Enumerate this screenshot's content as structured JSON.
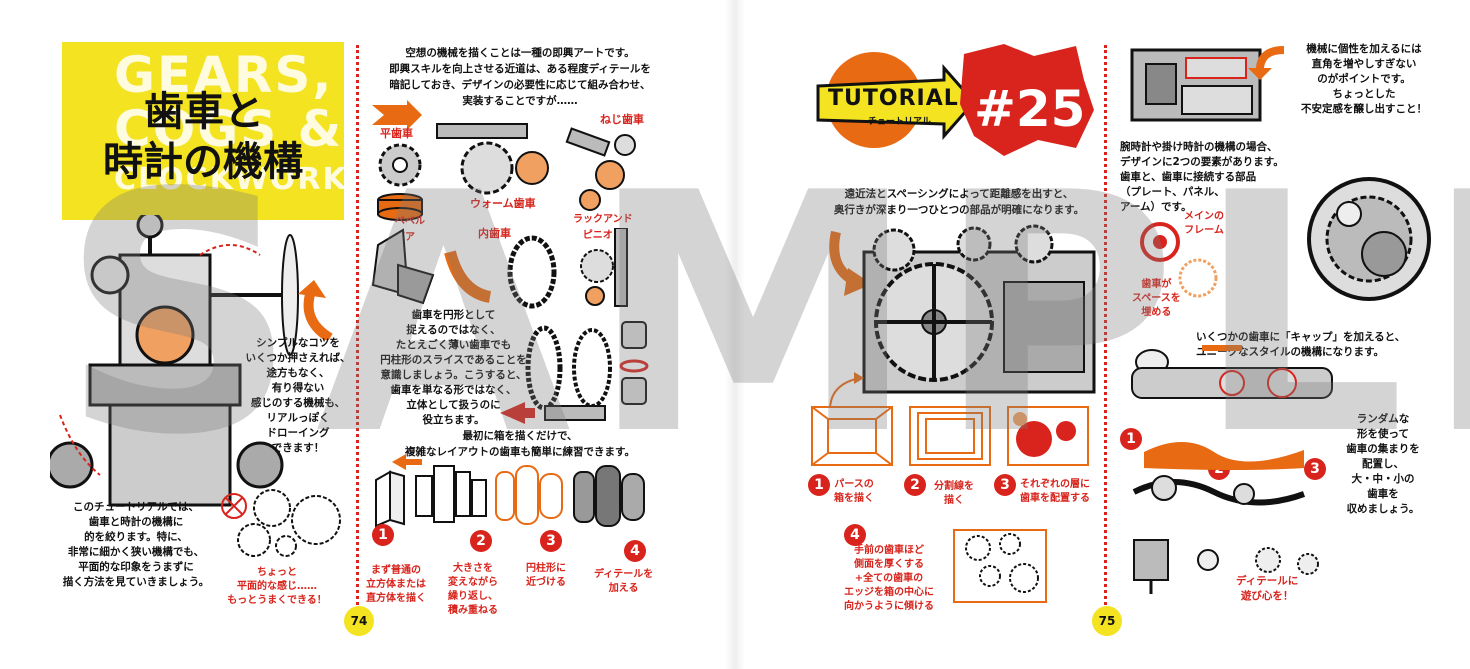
{
  "left_page": {
    "title_ghost_lines": [
      "GEARS,",
      "COGS &",
      "CLOCKWORK"
    ],
    "title_jp_line1": "歯車と",
    "title_jp_line2": "時計の機構",
    "intro_top": "空想の機械を描くことは一種の即興アートです。\n即興スキルを向上させる近道は、ある程度ディテールを\n暗記しておき、デザインの必要性に応じて組み合わせ、\n実装することですが……",
    "labels": {
      "spur": "平歯車",
      "screw": "ねじ歯車",
      "worm": "ウォーム歯車",
      "bevel": "ベベル\nギア",
      "internal": "内歯車",
      "rack": "ラックアンド\nピニオン"
    },
    "para_cylinder": "歯車を円形として\n捉えるのではなく、\nたとえごく薄い歯車でも\n円柱形のスライスであることを\n意識しましょう。こうすると、\n歯車を単なる形ではなく、\n立体として扱うのに\n役立ちます。",
    "para_simple": "シンプルなコツを\nいくつか押さえれば、\n途方もなく、\n有り得ない\n感じのする機械も、\nリアルっぽく\nドローイング\nできます！",
    "para_box": "最初に箱を描くだけで、\n複雑なレイアウトの歯車も簡単に練習できます。",
    "para_tutorial": "このチュートリアルでは、\n歯車と時計の機構に\n的を絞ります。特に、\n非常に細かく狭い機構でも、\n平面的な印象をうまずに\n描く方法を見ていきましょう。",
    "flat_note": "ちょっと\n平面的な感じ……\nもっとうまくできる！",
    "steps": [
      {
        "n": "1",
        "text": "まず普通の\n立方体または\n直方体を描く"
      },
      {
        "n": "2",
        "text": "大きさを\n変えながら\n繰り返し、\n積み重ねる"
      },
      {
        "n": "3",
        "text": "円柱形に\n近づける"
      },
      {
        "n": "4",
        "text": "ディテールを\n加える"
      }
    ],
    "page_number": "74"
  },
  "right_page": {
    "tutorial_word": "TUTORIAL",
    "tutorial_kana": "チュートリアル",
    "tutorial_number": "#25",
    "intro": "遠近法とスペーシングによって距離感を出すと、\n奥行きが深まり一つひとつの部品が明確になります。",
    "steps": [
      {
        "n": "1",
        "text": "パースの\n箱を描く"
      },
      {
        "n": "2",
        "text": "分割線を\n描く"
      },
      {
        "n": "3",
        "text": "それぞれの層に\n歯車を配置する"
      },
      {
        "n": "4",
        "text": "手前の歯車ほど\n側面を厚くする\n+全ての歯車の\nエッジを箱の中心に\n向かうように傾ける"
      }
    ],
    "note_individuality": "機械に個性を加えるには\n直角を増やしすぎない\nのがポイントです。\nちょっとした\n不安定感を醸し出すこと！",
    "note_watch": "腕時計や掛け時計の機構の場合、\nデザインに2つの要素があります。\n歯車と、歯車に接続する部品\n（プレート、パネル、\nアーム）です。",
    "label_main_frame": "メインの\nフレーム",
    "label_gear_space": "歯車が\nスペースを\n埋める",
    "note_cap": "いくつかの歯車に「キャップ」を加えると、\nユニークなスタイルの機構になります。",
    "note_random": "ランダムな\n形を使って\n歯車の集まりを\n配置し、\n大・中・小の\n歯車を\n収めましょう。",
    "size_steps": [
      "1",
      "2",
      "3"
    ],
    "note_play": "ディテールに\n遊び心を！",
    "page_number": "75"
  },
  "watermark": "SAMPLE",
  "colors": {
    "accent_red": "#d8241c",
    "accent_orange": "#e86a12",
    "title_yellow": "#f3e321"
  }
}
